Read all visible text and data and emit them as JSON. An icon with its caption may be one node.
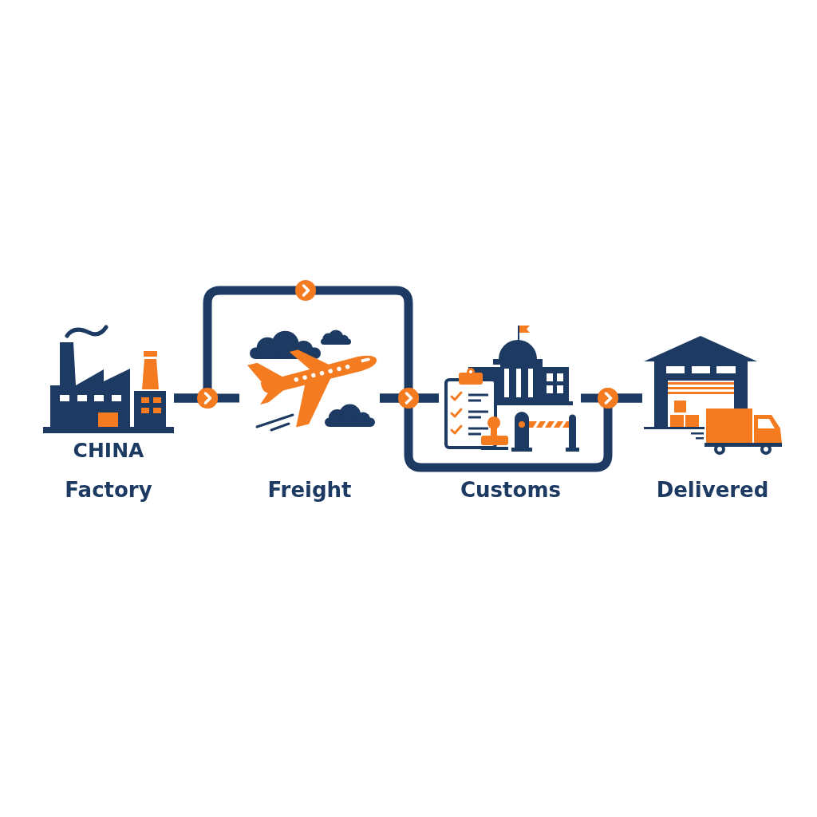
{
  "diagram": {
    "nodes": [
      {
        "text": [],
        "shape": "picture",
        "beside": [
          "CHINA",
          "Factory"
        ]
      },
      {
        "text": [],
        "shape": "picture",
        "beside": [
          "Freight"
        ]
      },
      {
        "text": [],
        "shape": "picture",
        "beside": [
          "Customs"
        ]
      },
      {
        "text": [],
        "shape": "picture",
        "beside": [
          "Delivered"
        ]
      }
    ],
    "edges": [
      {
        "from": 0,
        "to": 1,
        "arrow": "to"
      },
      {
        "from": 0,
        "to": 2,
        "arrow": "to"
      },
      {
        "from": 1,
        "to": 2,
        "arrow": "to"
      },
      {
        "from": 1,
        "to": 3,
        "arrow": "to"
      },
      {
        "from": 2,
        "to": 3,
        "arrow": "to"
      }
    ]
  }
}
